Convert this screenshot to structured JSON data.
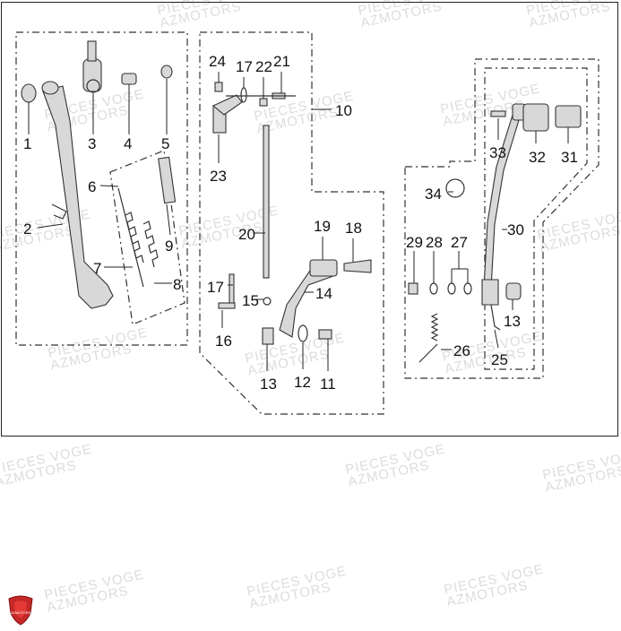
{
  "diagram": {
    "part_numbers": {
      "p1": "1",
      "p2": "2",
      "p3": "3",
      "p4": "4",
      "p5": "5",
      "p6": "6",
      "p7": "7",
      "p8": "8",
      "p9": "9",
      "p10": "10",
      "p11": "11",
      "p12": "12",
      "p13a": "13",
      "p13b": "13",
      "p14": "14",
      "p15": "15",
      "p16": "16",
      "p17a": "17",
      "p17b": "17",
      "p18": "18",
      "p19": "19",
      "p20": "20",
      "p21": "21",
      "p22": "22",
      "p23": "23",
      "p24": "24",
      "p25": "25",
      "p26": "26",
      "p27": "27",
      "p28": "28",
      "p29": "29",
      "p30": "30",
      "p31": "31",
      "p32": "32",
      "p33": "33",
      "p34": "34"
    }
  },
  "watermark": {
    "line1": "PIECES VOGE",
    "line2": "AZMOTORS"
  },
  "logo": {
    "text": "AZMOTORS",
    "color": "#c62828"
  }
}
